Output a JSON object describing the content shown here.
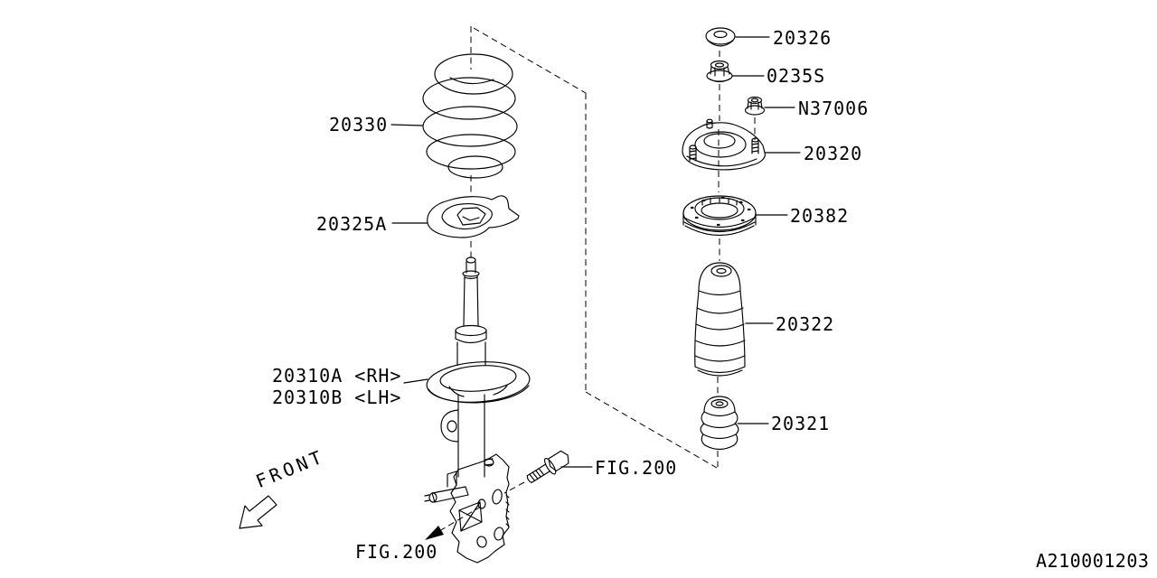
{
  "doc": {
    "drawing_code": "A210001203",
    "front_marker": "FRONT"
  },
  "figure_refs": {
    "bolt": "FIG.200",
    "knuckle": "FIG.200"
  },
  "parts": {
    "coil_spring": "20330",
    "spring_seat_upper": "20325A",
    "strut_rh": "20310A <RH>",
    "strut_lh": "20310B <LH>",
    "dust_cap": "20326",
    "self_locking_nut": "0235S",
    "flange_nut": "N37006",
    "strut_mount": "20320",
    "thrust_bearing": "20382",
    "dust_cover": "20322",
    "helper_rubber": "20321"
  },
  "colors": {
    "line": "#000000",
    "background": "#ffffff"
  }
}
